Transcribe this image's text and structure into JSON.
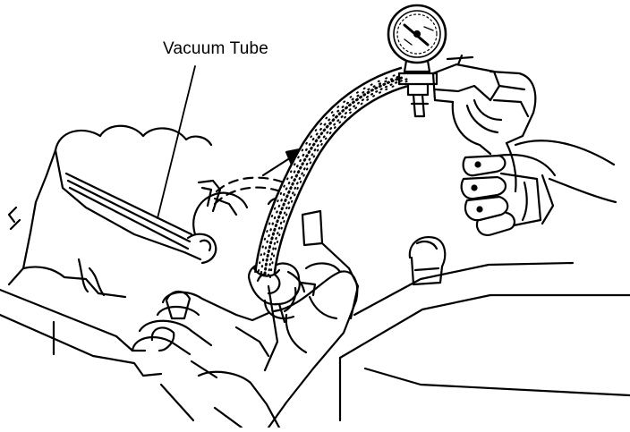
{
  "figure": {
    "callout_label": "Vacuum Tube",
    "ink_color": "#000000",
    "paper_color": "#ffffff",
    "parts": [
      "engine-block",
      "vacuum-tube",
      "vacuum-pump",
      "vacuum-gauge",
      "hand",
      "direction-arrow"
    ]
  }
}
